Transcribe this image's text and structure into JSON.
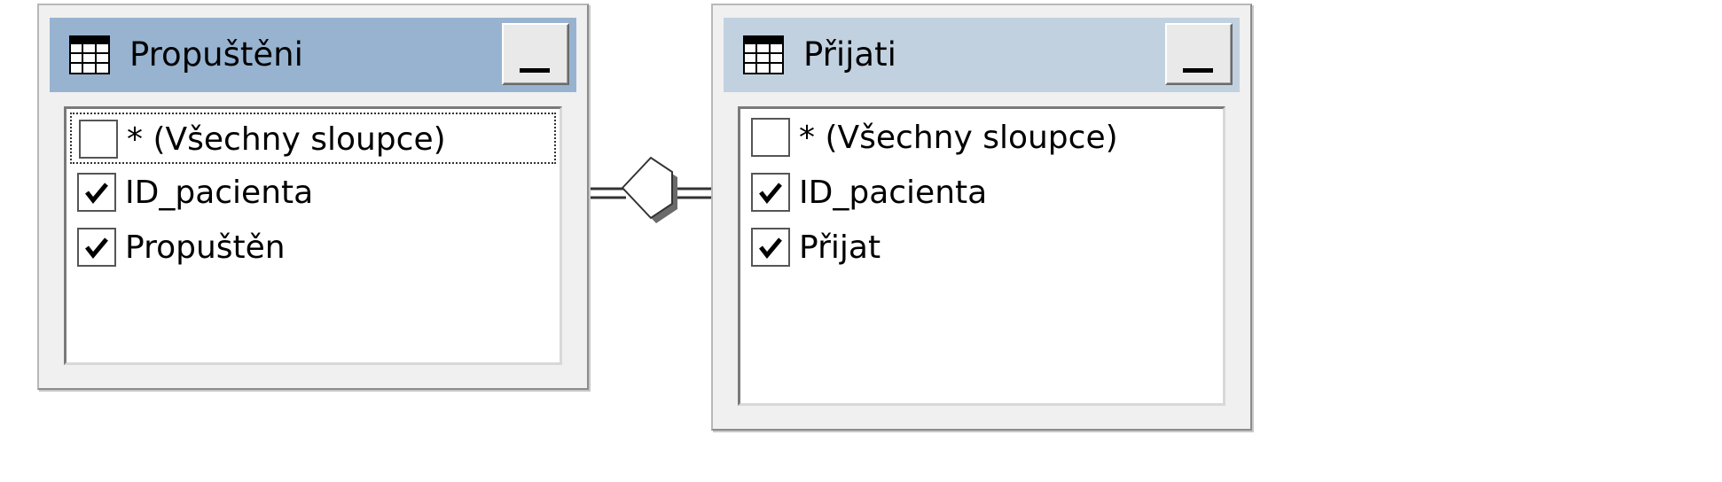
{
  "tables": [
    {
      "name": "Propuštěni",
      "columns": [
        {
          "label": "* (Všechny sloupce)",
          "checked": false
        },
        {
          "label": "ID_pacienta",
          "checked": true
        },
        {
          "label": "Propuštěn",
          "checked": true
        }
      ]
    },
    {
      "name": "Přijati",
      "columns": [
        {
          "label": "* (Všechny sloupce)",
          "checked": false
        },
        {
          "label": "ID_pacienta",
          "checked": true
        },
        {
          "label": "Přijat",
          "checked": true
        }
      ]
    }
  ],
  "colors": {
    "active_title": "#97b3d0",
    "inactive_title": "#c1d1e0"
  },
  "icons": {
    "table": "table-grid-icon",
    "minimize": "minimize-icon",
    "check": "checkmark-icon",
    "join": "join-diamond-icon"
  }
}
